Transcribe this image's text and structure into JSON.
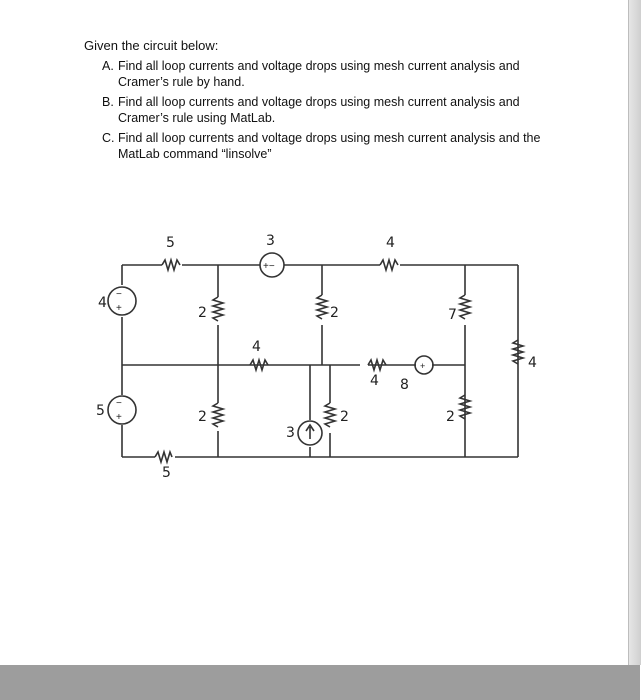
{
  "problem": {
    "intro": "Given the circuit below:",
    "items": [
      {
        "letter": "A.",
        "text": "Find all loop currents and voltage drops using mesh current analysis and Cramer’s rule by hand."
      },
      {
        "letter": "B.",
        "text": "Find all loop currents and voltage drops using mesh current analysis and Cramer’s rule using MatLab."
      },
      {
        "letter": "C.",
        "text": "Find all loop currents and voltage drops using mesh current analysis and the MatLab command “linsolve”"
      }
    ]
  },
  "circuit": {
    "labels": {
      "r_top_left": "5",
      "vs_top_mid": "3",
      "r_top_right": "4",
      "vs_left_top": "4",
      "r_mid_left": "2",
      "r_mid_center": "2",
      "r_right_upper": "7",
      "r_far_right": "4",
      "r_mid_horiz": "4",
      "r_right_horiz": "4",
      "vs_right_horiz": "8",
      "vs_left_bottom": "5",
      "r_lower_left": "2",
      "cs_bottom": "3",
      "r_lower_center": "2",
      "r_lower_right": "2",
      "r_bottom_left": "5"
    }
  }
}
